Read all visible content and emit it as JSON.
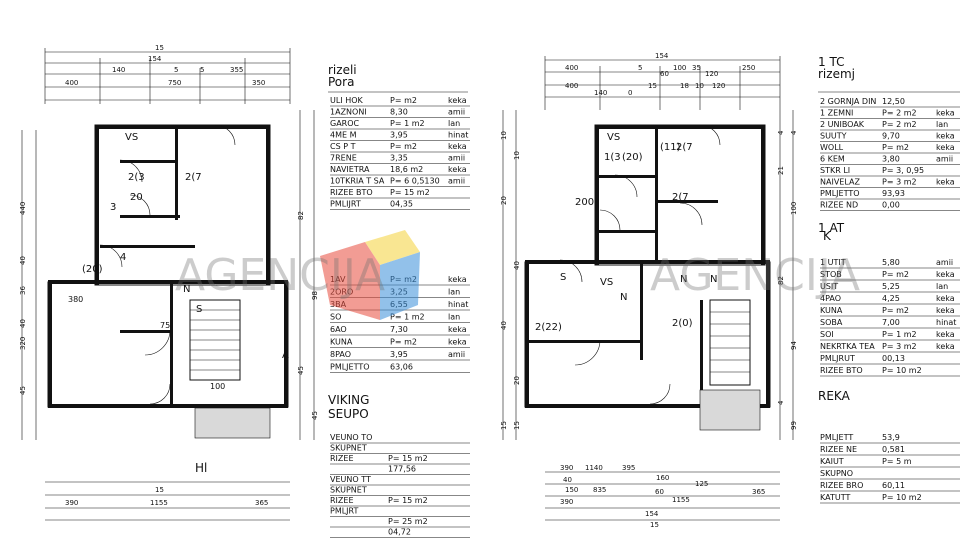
{
  "left_plan": {
    "dims_top": [
      "15",
      "154",
      "140",
      "5",
      "5",
      "355",
      "400",
      "750",
      "350"
    ],
    "room_labels": [
      "VS",
      "2(3",
      "2(7",
      "20",
      "3",
      "4",
      "(20)",
      "380",
      "75",
      "N",
      "S",
      "A",
      "100",
      "Hl"
    ],
    "dims_left": [
      "440",
      "40",
      "36",
      "40",
      "320",
      "45"
    ],
    "dims_right": [
      "82",
      "98",
      "45",
      "45"
    ],
    "legend_title": "rizeli",
    "legend_subtitle": "Pora",
    "legend_rows": [
      {
        "name": "ULI HOK",
        "value": "P= m2",
        "finish": "keka"
      },
      {
        "name": "1AZNONI",
        "value": "8,30",
        "finish": "amii"
      },
      {
        "name": "GAROC",
        "value": "P= 1 m2",
        "finish": "lan"
      },
      {
        "name": "4ME M",
        "value": "3,95",
        "finish": "hinat"
      },
      {
        "name": "CS P T",
        "value": "P= m2",
        "finish": "keka"
      },
      {
        "name": "7RENE",
        "value": "3,35",
        "finish": "amii"
      },
      {
        "name": "NAVIETRA",
        "value": "18,6 m2",
        "finish": "keka"
      },
      {
        "name": "10TKRIA T SA",
        "value": "P= 6 0,5130",
        "finish": "amii"
      },
      {
        "name": "RIZEE BTO",
        "value": "P= 15 m2",
        "finish": ""
      },
      {
        "name": "PMLIJRT",
        "value": "04,35",
        "finish": ""
      }
    ],
    "legend_rows_2": [
      {
        "name": "1AV",
        "value": "P= m2",
        "finish": "keka"
      },
      {
        "name": "2ORO",
        "value": "3,25",
        "finish": "lan"
      },
      {
        "name": "3BA",
        "value": "6,55",
        "finish": "hinat"
      },
      {
        "name": "SO",
        "value": "P= 1 m2",
        "finish": "lan"
      },
      {
        "name": "6AO",
        "value": "7,30",
        "finish": "keka"
      },
      {
        "name": "KUNA",
        "value": "P= m2",
        "finish": "keka"
      },
      {
        "name": "8PAO",
        "value": "3,95",
        "finish": "amii"
      },
      {
        "name": "PMLJETTO",
        "value": "63,06",
        "finish": ""
      }
    ],
    "section_title": "VIKING",
    "section_sub": "SEUPO",
    "summary_rows": [
      {
        "name": "VEUNO TO",
        "value": ""
      },
      {
        "name": "SKUPNET",
        "value": ""
      },
      {
        "name": "RIZEE",
        "value": "P= 15 m2"
      },
      {
        "name": "",
        "value": "177,56"
      },
      {
        "name": "VEUNO TT",
        "value": ""
      },
      {
        "name": "SKUPNET",
        "value": ""
      },
      {
        "name": "RIZEE",
        "value": "P= 15 m2"
      },
      {
        "name": "PMLJRT",
        "value": ""
      },
      {
        "name": "",
        "value": "P= 25 m2"
      },
      {
        "name": "",
        "value": "04,72"
      }
    ],
    "dims_bottom": [
      "Hl",
      "15",
      "390",
      "1155",
      "365"
    ]
  },
  "right_plan": {
    "dims_top": [
      "154",
      "400",
      "5",
      "60",
      "100",
      "35",
      "120",
      "250",
      "400",
      "140",
      "0",
      "15",
      "18",
      "10",
      "120"
    ],
    "room_labels": [
      "VS",
      "1(3",
      "2(7",
      "(20)",
      "200",
      "(11)",
      "2(7",
      "N",
      "N",
      "S",
      "N",
      "VS",
      "2(22)",
      "2(0)",
      "K"
    ],
    "dims_left": [
      "10",
      "10",
      "20",
      "40",
      "40",
      "20",
      "15",
      "15"
    ],
    "dims_right": [
      "4",
      "4",
      "21",
      "100",
      "82",
      "94",
      "4",
      "99"
    ],
    "legend_title": "1 TC",
    "legend_subtitle": "rizemj",
    "legend_rows": [
      {
        "name": "2 GORNJA DIN",
        "value": "12,50",
        "finish": ""
      },
      {
        "name": "1 ZEMNI",
        "value": "P= 2 m2",
        "finish": "keka"
      },
      {
        "name": "2 UNIBOAK",
        "value": "P= 2 m2",
        "finish": "lan"
      },
      {
        "name": "SUUTY",
        "value": "9,70",
        "finish": "keka"
      },
      {
        "name": "WOLL",
        "value": "P= m2",
        "finish": "keka"
      },
      {
        "name": "6 KEM",
        "value": "3,80",
        "finish": "amii"
      },
      {
        "name": "STKR LI",
        "value": "P= 3, 0,95",
        "finish": ""
      },
      {
        "name": "NAIVELAZ",
        "value": "P= 3 m2",
        "finish": "keka"
      },
      {
        "name": "PMLJETTO",
        "value": "93,93",
        "finish": ""
      },
      {
        "name": "RIZEE ND",
        "value": "0,00",
        "finish": ""
      }
    ],
    "legend_rows_2": [
      {
        "name": "1 UTIT",
        "value": "5,80",
        "finish": "amii"
      },
      {
        "name": "STOB",
        "value": "P= m2",
        "finish": "keka"
      },
      {
        "name": "USIT",
        "value": "5,25",
        "finish": "lan"
      },
      {
        "name": "4PAO",
        "value": "4,25",
        "finish": "keka"
      },
      {
        "name": "KUNA",
        "value": "P= m2",
        "finish": "keka"
      },
      {
        "name": "SOBA",
        "value": "7,00",
        "finish": "hinat"
      },
      {
        "name": "SOI",
        "value": "P= 1 m2",
        "finish": "keka"
      },
      {
        "name": "NEKRTKA TEA",
        "value": "P= 3 m2",
        "finish": "keka"
      },
      {
        "name": "PMLJRUT",
        "value": "00,13",
        "finish": ""
      },
      {
        "name": "RIZEE BTO",
        "value": "P= 10 m2",
        "finish": ""
      }
    ],
    "section_title": "REKA",
    "section_sub": "1 AT",
    "summary_rows": [
      {
        "name": "PMLJETT",
        "value": "53,9"
      },
      {
        "name": "RIZEE NE",
        "value": "0,581"
      },
      {
        "name": "KAIUT",
        "value": "P= 5 m"
      },
      {
        "name": "SKUPNO",
        "value": ""
      },
      {
        "name": "RIZEE BRO",
        "value": "60,11"
      },
      {
        "name": "KATUTT",
        "value": "P= 10 m2"
      }
    ],
    "dims_bottom": [
      "390",
      "1140",
      "395",
      "40",
      "150",
      "835",
      "390",
      "60",
      "160",
      "125",
      "1155",
      "365",
      "154",
      "15"
    ]
  },
  "watermark": {
    "left": "AGENCIJA",
    "right": "AGENCIJA",
    "accent_colors": [
      "#e84c3d",
      "#3a8fd9",
      "#f5d33a"
    ]
  }
}
